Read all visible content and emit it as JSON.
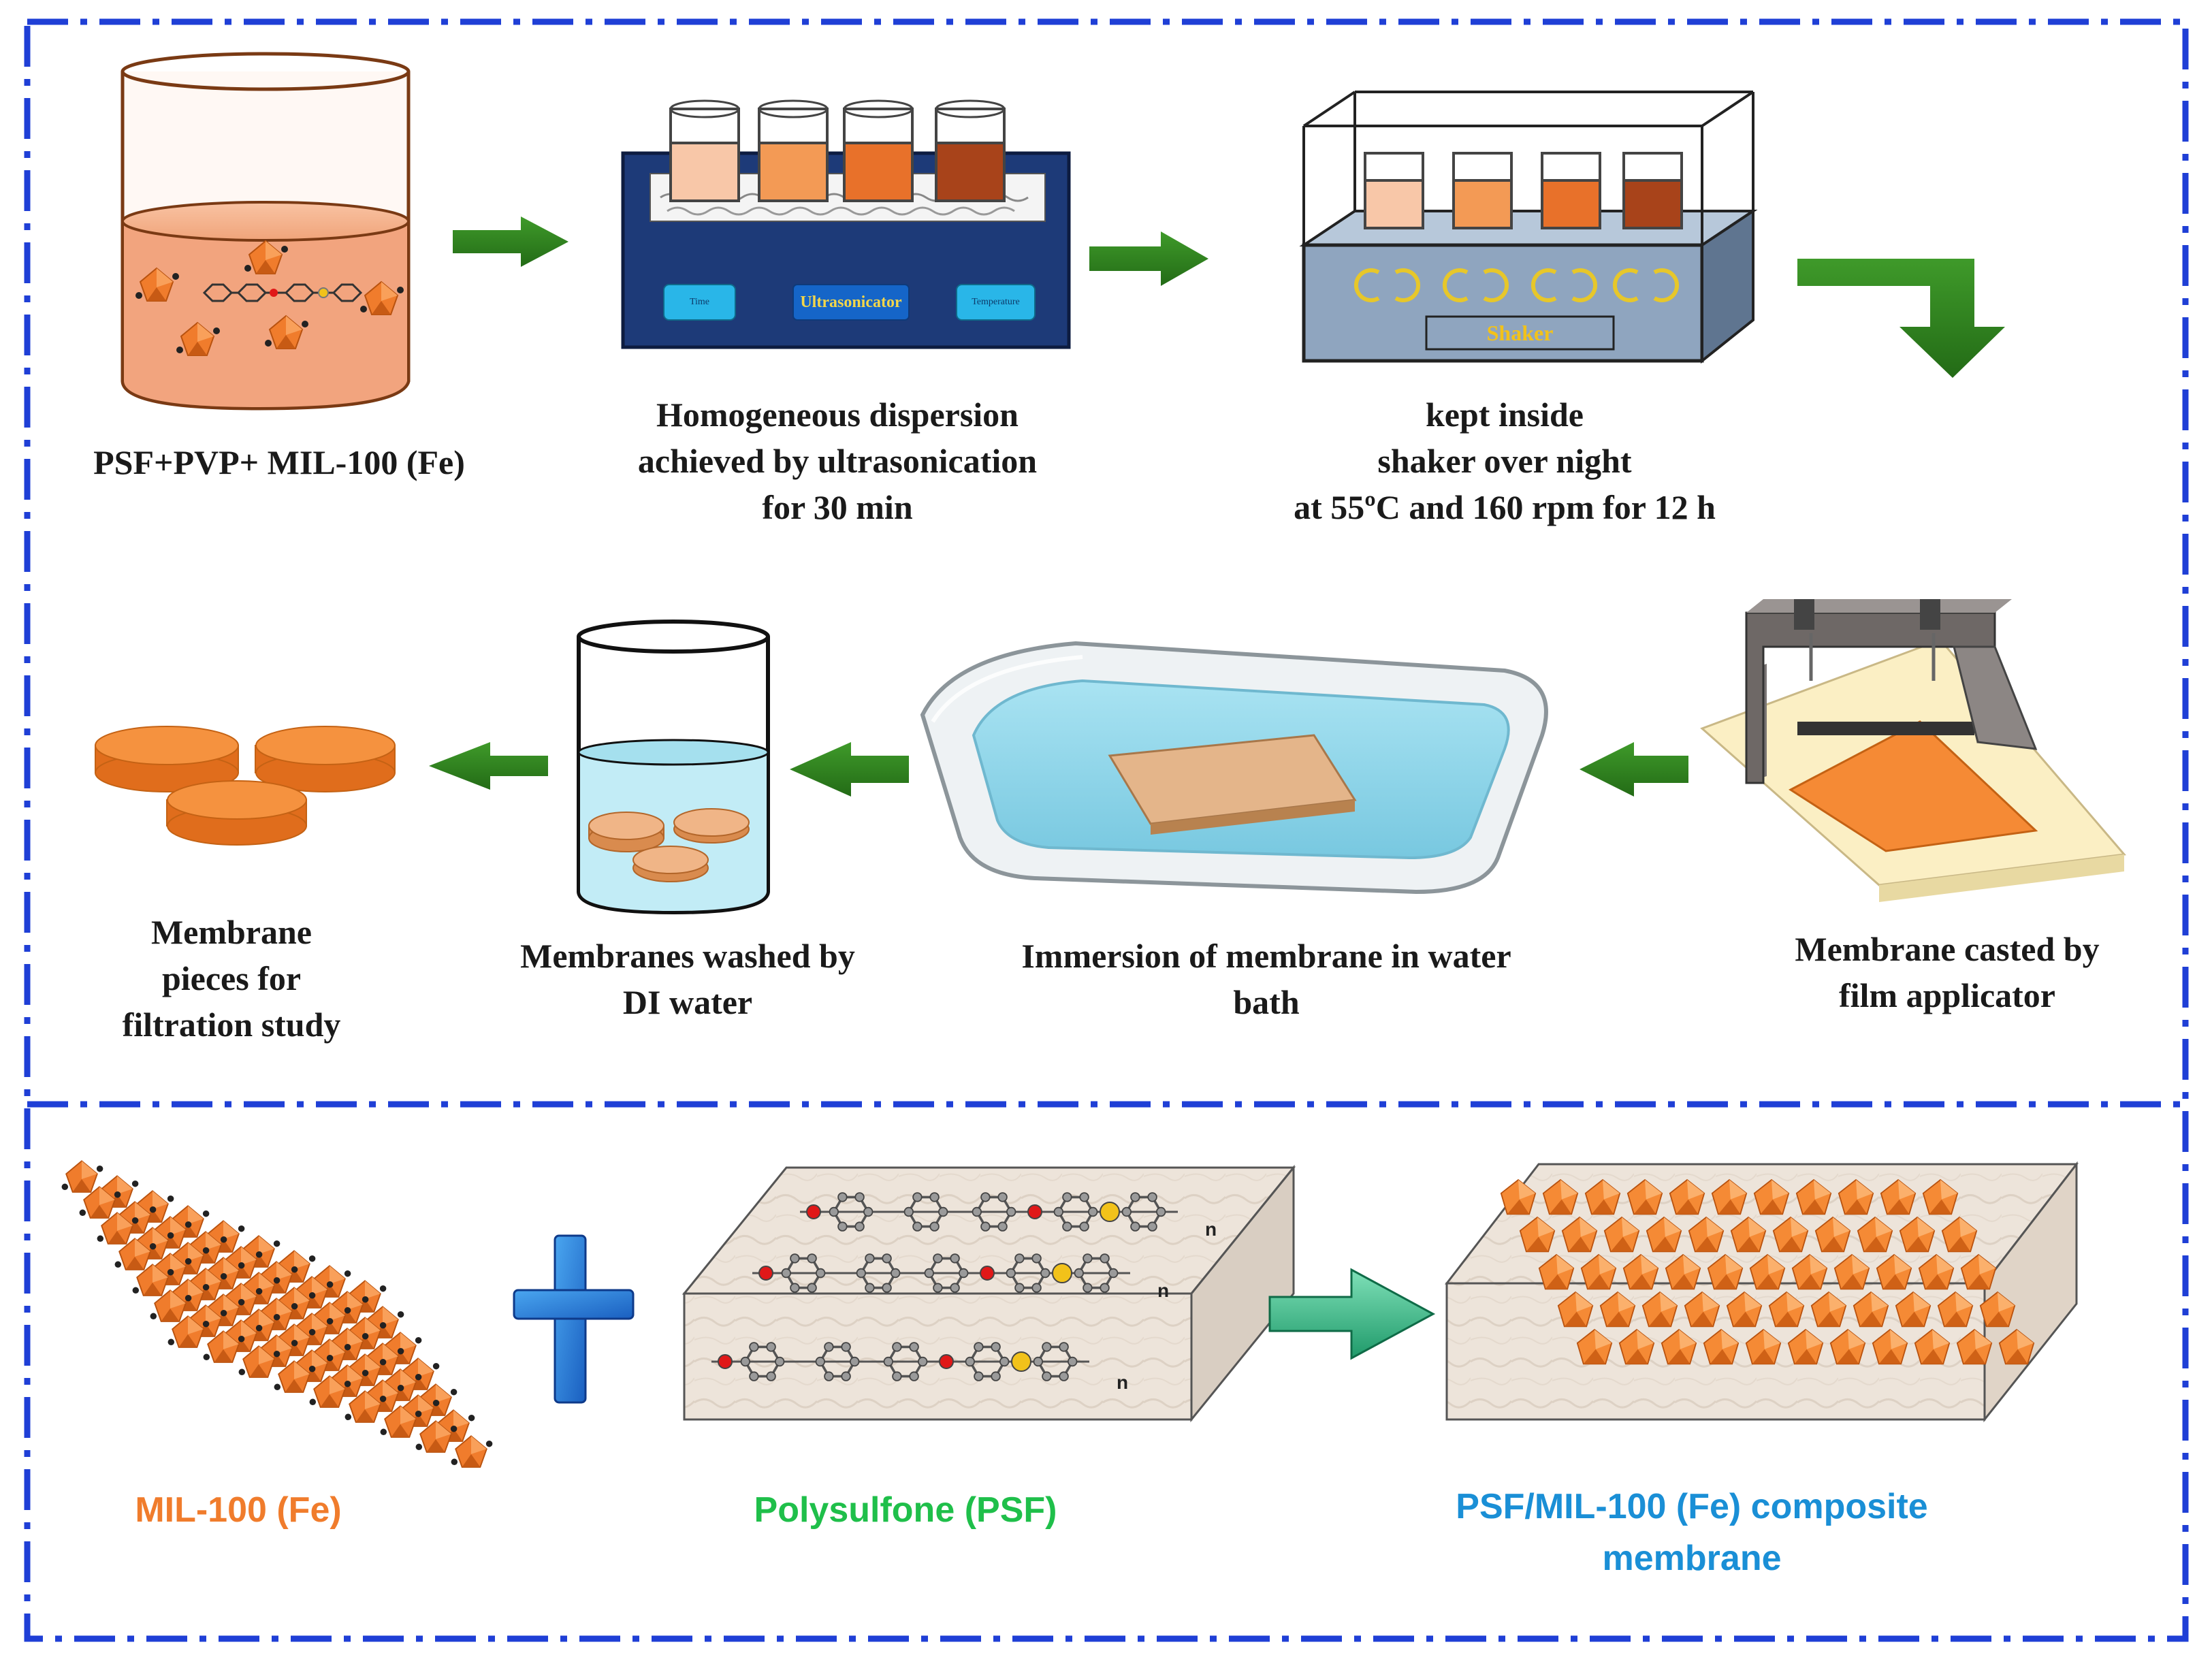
{
  "steps": {
    "mixture": {
      "lines": [
        "PSF+PVP+ MIL-100 (Fe)"
      ]
    },
    "ultrasonication": {
      "lines": [
        "Homogeneous dispersion",
        "achieved by ultrasonication",
        "for 30 min"
      ],
      "device_label": "Ultrasonicator",
      "left_button": "Time",
      "right_button": "Temperature"
    },
    "shaker": {
      "lines": [
        "kept inside",
        "shaker over night",
        "at 55ºC and 160 rpm for 12 h"
      ],
      "device_label": "Shaker"
    },
    "casting": {
      "lines": [
        "Membrane casted by",
        "film applicator"
      ]
    },
    "immersion": {
      "lines": [
        "Immersion of membrane in water",
        "bath"
      ]
    },
    "washing": {
      "lines": [
        "Membranes washed by",
        "DI water"
      ]
    },
    "pieces": {
      "lines": [
        "Membrane",
        "pieces for",
        "filtration study"
      ]
    }
  },
  "materials": {
    "mof": {
      "label": "MIL-100 (Fe)",
      "color": "#f07c2c"
    },
    "polymer": {
      "label": "Polysulfone (PSF)",
      "color": "#1fbf4a",
      "repeat_unit": "n"
    },
    "composite": {
      "lines": [
        "PSF/MIL-100 (Fe) composite",
        "membrane"
      ],
      "color": "#1a8fd6"
    }
  },
  "colors": {
    "frame": "#1f3fd6",
    "arrow": "#2e7d1f",
    "orange": "#f28a3a",
    "device_panel": "#1d3a78",
    "shaker_body": "#8fa5bf",
    "water": "#8fd6ea",
    "oxygen_atom": "#e01818",
    "sulfur_atom": "#f2c21a",
    "carbon_atom": "#9a9a9a"
  },
  "icons": [
    "beaker-icon",
    "ultrasonicator-icon",
    "shaker-icon",
    "film-applicator-icon",
    "glass-tray-icon",
    "washing-beaker-icon",
    "membrane-disc-icon",
    "mof-crystal-icon",
    "plus-icon",
    "polymer-block-icon",
    "composite-block-icon"
  ]
}
